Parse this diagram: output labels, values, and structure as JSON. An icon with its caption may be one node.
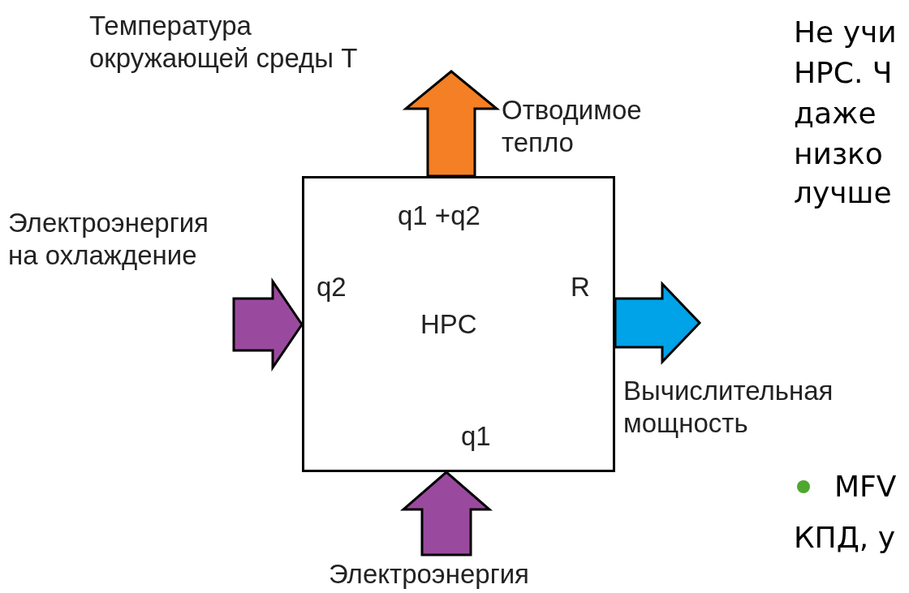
{
  "diagram": {
    "nodes": [
      {
        "text": [
          "Температура окружающей среды T"
        ]
      },
      {
        "text": [
          "Электроэнергия на охлаждение"
        ]
      },
      {
        "text": [
          "HPC"
        ]
      },
      {
        "text": [
          "Вычислительная мощность"
        ]
      },
      {
        "text": [
          "Электроэнергия"
        ]
      }
    ],
    "edges": [
      {
        "from": 1,
        "to": 2,
        "arrow": "to",
        "color": "#9a4a9e"
      },
      {
        "from": 4,
        "to": 2,
        "arrow": "to",
        "color": "#9a4a9e"
      },
      {
        "from": 2,
        "to": 0,
        "arrow": "to",
        "label": "Отводимое тепло",
        "color": "#f47f24"
      },
      {
        "from": 2,
        "to": 3,
        "arrow": "to",
        "color": "#00a2e8"
      }
    ],
    "labels": [
      "q1 +q2",
      "q2",
      "R",
      "q1",
      "Не учи",
      "НРС. Ч",
      "даже",
      "низко",
      "лучше",
      "MFV",
      "КПД, у"
    ]
  }
}
